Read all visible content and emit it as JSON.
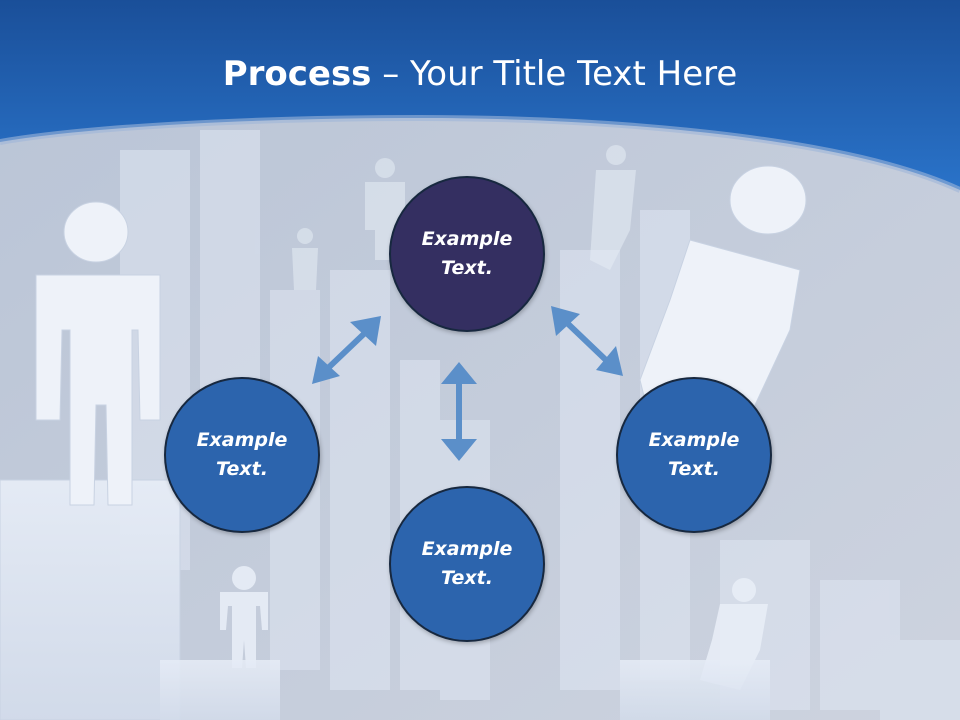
{
  "title": {
    "bold": "Process",
    "rest": " – Your Title Text Here"
  },
  "nodes": {
    "top": "Example Text.",
    "left": "Example Text.",
    "right": "Example Text.",
    "bottom": "Example Text."
  },
  "colors": {
    "header_blue": "#1f63b7",
    "node_dark": "#342f61",
    "node_blue": "#2c64ad",
    "arrow": "#5b8fc9"
  }
}
